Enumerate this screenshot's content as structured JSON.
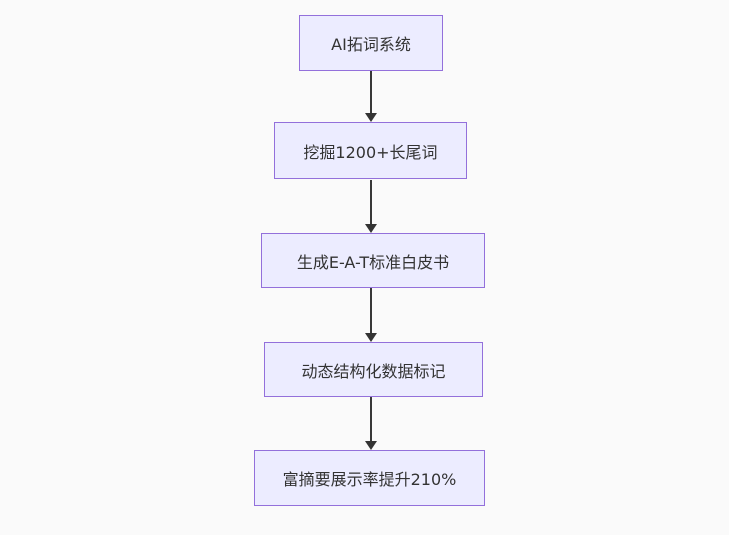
{
  "diagram": {
    "type": "flowchart",
    "direction": "top-down",
    "colors": {
      "canvas_background": "#fafafa",
      "node_fill": "#ECECFF",
      "node_border": "#9370DB",
      "node_text": "#333333",
      "edge": "#333333"
    },
    "nodes": [
      {
        "id": "A",
        "label": "AI拓词系统"
      },
      {
        "id": "B",
        "label": "挖掘1200+长尾词"
      },
      {
        "id": "C",
        "label": "生成E-A-T标准白皮书"
      },
      {
        "id": "D",
        "label": "动态结构化数据标记"
      },
      {
        "id": "E",
        "label": "富摘要展示率提升210%"
      }
    ],
    "edges": [
      {
        "from": "A",
        "to": "B",
        "arrow": "filled-triangle-down"
      },
      {
        "from": "B",
        "to": "C",
        "arrow": "filled-triangle-down"
      },
      {
        "from": "C",
        "to": "D",
        "arrow": "filled-triangle-down"
      },
      {
        "from": "D",
        "to": "E",
        "arrow": "filled-triangle-down"
      }
    ]
  }
}
